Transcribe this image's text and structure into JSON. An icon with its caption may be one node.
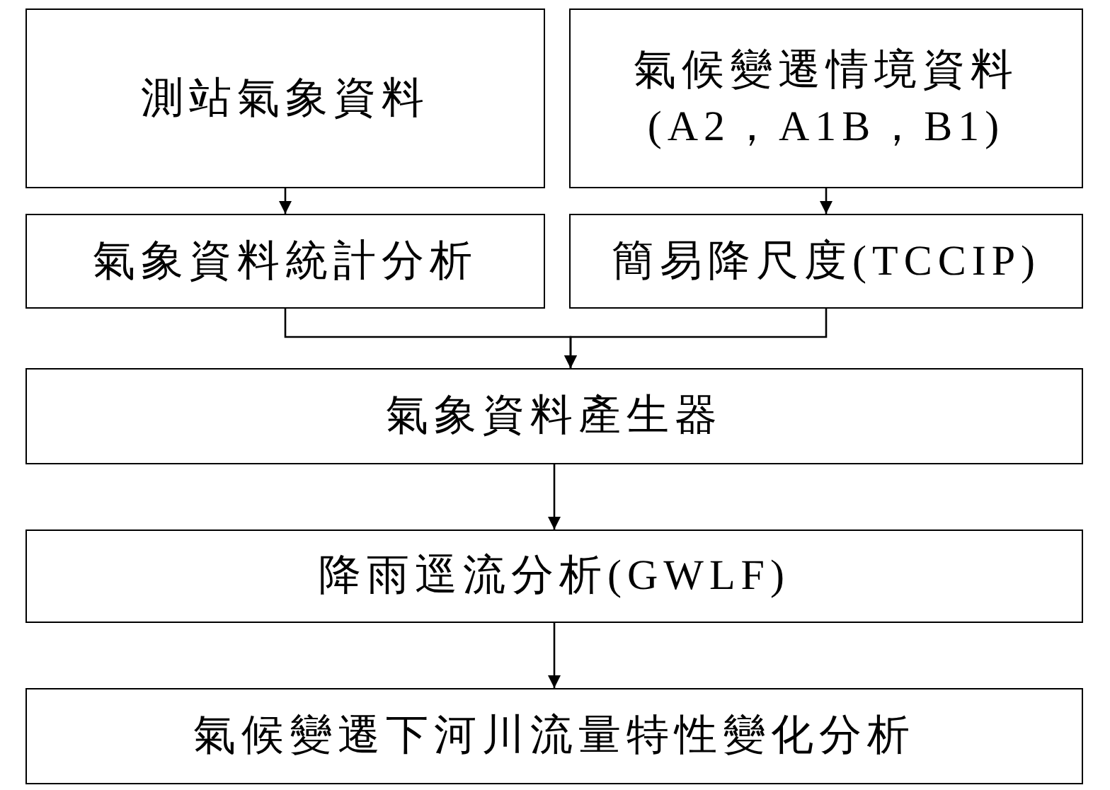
{
  "diagram": {
    "nodes": [
      {
        "text": [
          "測站氣象資料"
        ]
      },
      {
        "text": [
          "氣候變遷情境資料(A2，A1B，B1)"
        ]
      },
      {
        "text": [
          "氣象資料統計分析"
        ]
      },
      {
        "text": [
          "簡易降尺度(TCCIP)"
        ]
      },
      {
        "text": [
          "氣象資料產生器"
        ]
      },
      {
        "text": [
          "降雨逕流分析(GWLF)"
        ]
      },
      {
        "text": [
          "氣候變遷下河川流量特性變化分析"
        ]
      }
    ],
    "edges": [
      {
        "from": 0,
        "to": 2,
        "arrow": "to"
      },
      {
        "from": 1,
        "to": 3,
        "arrow": "to"
      },
      {
        "from": 2,
        "to": 4,
        "arrow": "to"
      },
      {
        "from": 3,
        "to": 4,
        "arrow": "to"
      },
      {
        "from": 4,
        "to": 5,
        "arrow": "to"
      },
      {
        "from": 5,
        "to": 6,
        "arrow": "to"
      }
    ]
  }
}
